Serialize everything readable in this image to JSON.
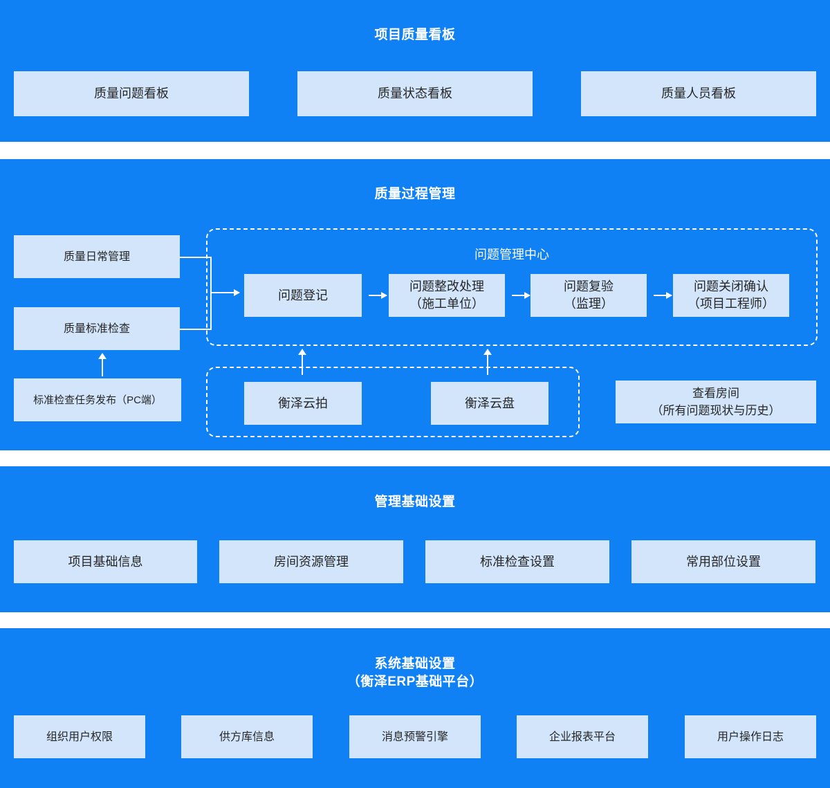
{
  "sections": [
    {
      "title": "项目质量看板",
      "cards": [
        "质量问题看板",
        "质量状态看板",
        "质量人员看板"
      ]
    },
    {
      "title": "质量过程管理",
      "left_column": [
        "质量日常管理",
        "质量标准检查",
        "标准检查任务发布（PC端）"
      ],
      "issue_center": {
        "title": "问题管理中心",
        "steps": [
          "问题登记",
          "问题整改处理\n（施工单位）",
          "问题复验\n（监理）",
          "问题关闭确认\n（项目工程师）"
        ],
        "step_arrows": [
          "→",
          "→",
          "→"
        ]
      },
      "tools_group": {
        "cards": [
          "衡泽云拍",
          "衡泽云盘"
        ]
      },
      "room_card": "查看房间\n（所有问题现状与历史）"
    },
    {
      "title": "管理基础设置",
      "cards": [
        "项目基础信息",
        "房间资源管理",
        "标准检查设置",
        "常用部位设置"
      ]
    },
    {
      "title": "系统基础设置\n（衡泽ERP基础平台）",
      "cards": [
        "组织用户权限",
        "供方库信息",
        "消息预警引擎",
        "企业报表平台",
        "用户操作日志"
      ]
    }
  ],
  "colors": {
    "band_blue": "#1080f5",
    "card_light": "#d3e5fb",
    "text_dark": "#262626",
    "text_white": "#ffffff",
    "page_background": "#ffffff"
  }
}
